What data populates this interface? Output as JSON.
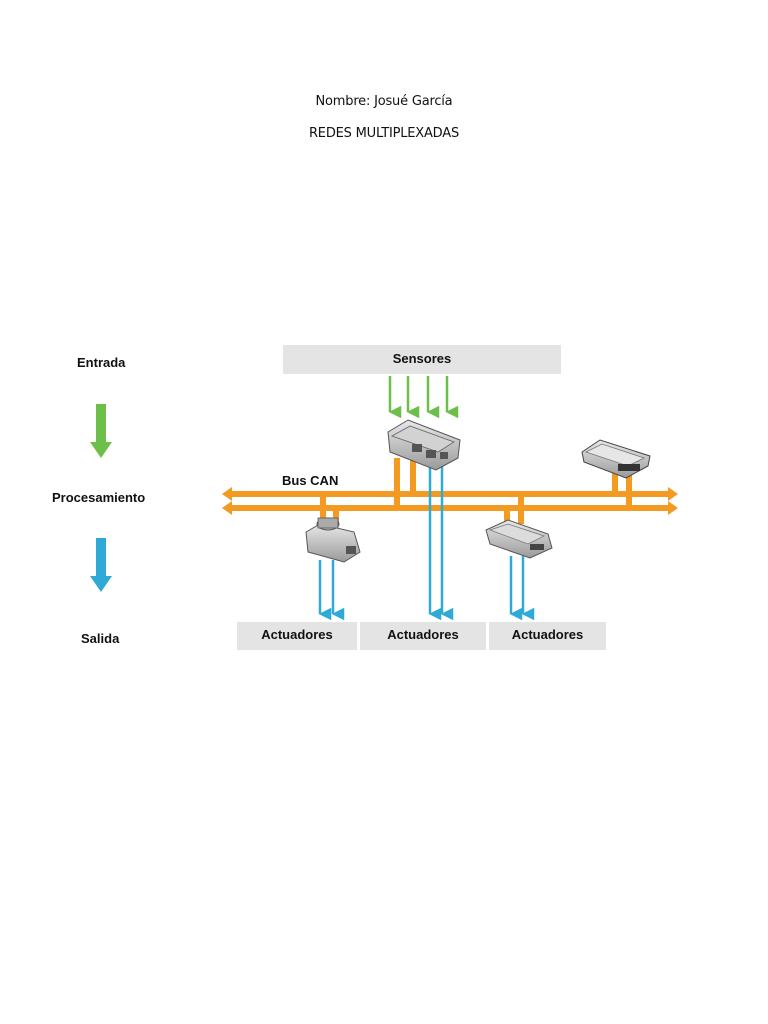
{
  "header": {
    "name": "Nombre: Josué García",
    "title": "REDES MULTIPLEXADAS"
  },
  "stages": {
    "input": "Entrada",
    "processing": "Procesamiento",
    "output": "Salida"
  },
  "boxes": {
    "sensors": "Sensores",
    "actuators": [
      "Actuadores",
      "Actuadores",
      "Actuadores"
    ]
  },
  "bus": {
    "label": "Bus CAN"
  },
  "colors": {
    "bus": "#f39a22",
    "input_arrow": "#6cc04a",
    "output_arrow": "#2fa9d6",
    "box_fill": "#e4e4e4"
  },
  "icons": [
    "ecu-module-icon",
    "abs-module-icon",
    "control-unit-icon"
  ]
}
